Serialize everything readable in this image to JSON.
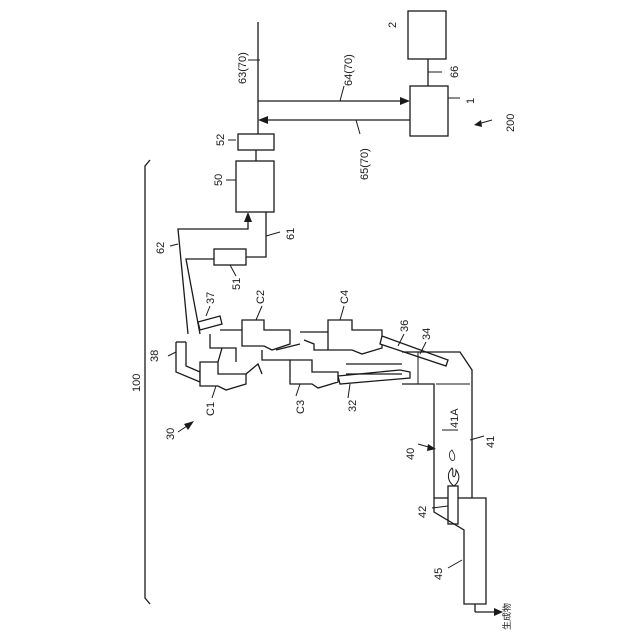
{
  "labels": {
    "n2": "2",
    "n66": "66",
    "n1": "1",
    "n200": "200",
    "n63": "63(70)",
    "n64": "64(70)",
    "n65": "65(70)",
    "n52": "52",
    "n50": "50",
    "n62": "62",
    "n61": "61",
    "n51": "51",
    "n37": "37",
    "nC2": "C2",
    "nC4": "C4",
    "n36": "36",
    "n34": "34",
    "n38": "38",
    "n100": "100",
    "n30": "30",
    "nC1": "C1",
    "nC3": "C3",
    "n32": "32",
    "n41A": "41A",
    "n40": "40",
    "n41": "41",
    "n42": "42",
    "n45": "45",
    "product": "生成物"
  }
}
